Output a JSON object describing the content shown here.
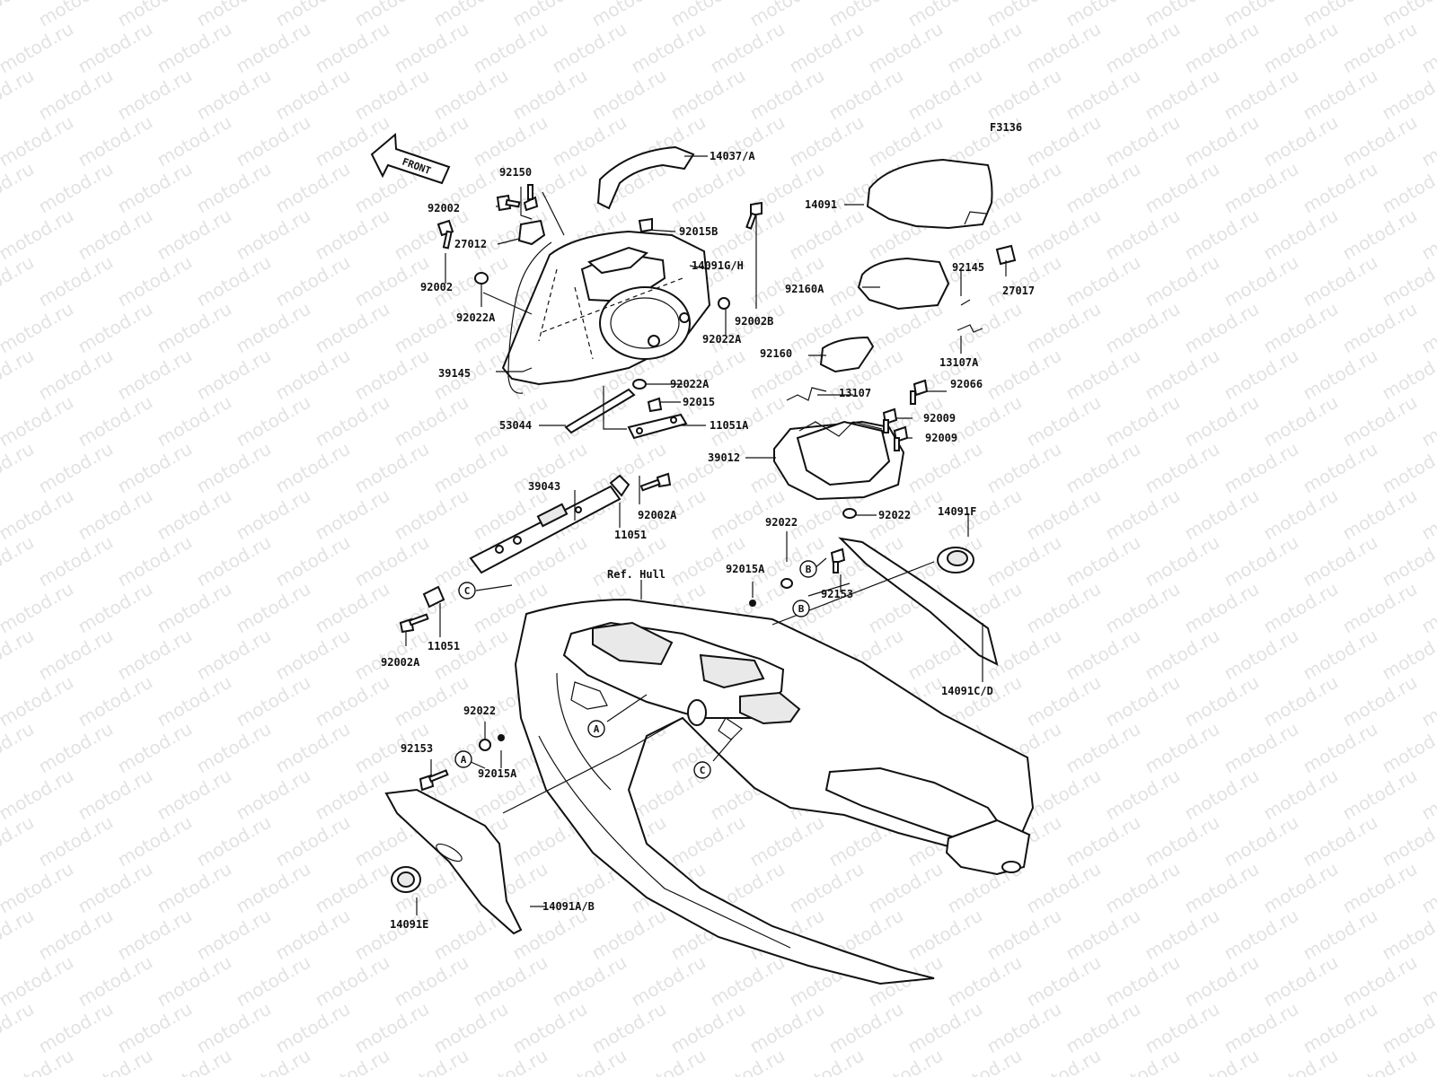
{
  "diagram": {
    "code": "F3136",
    "front_label": "FRONT",
    "ref_label": "Ref. Hull",
    "watermark_text": "motod.ru",
    "parts": [
      {
        "id": "p-14037a",
        "label": "14037/A"
      },
      {
        "id": "p-92150",
        "label": "92150"
      },
      {
        "id": "p-92002-top",
        "label": "92002"
      },
      {
        "id": "p-27012",
        "label": "27012"
      },
      {
        "id": "p-92015b",
        "label": "92015B"
      },
      {
        "id": "p-14091gh",
        "label": "14091G/H"
      },
      {
        "id": "p-92002-mid",
        "label": "92002"
      },
      {
        "id": "p-92022a-left",
        "label": "92022A"
      },
      {
        "id": "p-92002b",
        "label": "92002B"
      },
      {
        "id": "p-92022a-right",
        "label": "92022A"
      },
      {
        "id": "p-39145",
        "label": "39145"
      },
      {
        "id": "p-92022a-low",
        "label": "92022A"
      },
      {
        "id": "p-92015",
        "label": "92015"
      },
      {
        "id": "p-53044",
        "label": "53044"
      },
      {
        "id": "p-11051a",
        "label": "11051A"
      },
      {
        "id": "p-39043",
        "label": "39043"
      },
      {
        "id": "p-92002a-top",
        "label": "92002A"
      },
      {
        "id": "p-11051-top",
        "label": "11051"
      },
      {
        "id": "p-11051-low",
        "label": "11051"
      },
      {
        "id": "p-92002a-low",
        "label": "92002A"
      },
      {
        "id": "p-14091",
        "label": "14091"
      },
      {
        "id": "p-92145",
        "label": "92145"
      },
      {
        "id": "p-27017",
        "label": "27017"
      },
      {
        "id": "p-92160a",
        "label": "92160A"
      },
      {
        "id": "p-13107a",
        "label": "13107A"
      },
      {
        "id": "p-92160",
        "label": "92160"
      },
      {
        "id": "p-92066",
        "label": "92066"
      },
      {
        "id": "p-13107",
        "label": "13107"
      },
      {
        "id": "p-92009-a",
        "label": "92009"
      },
      {
        "id": "p-92009-b",
        "label": "92009"
      },
      {
        "id": "p-39012",
        "label": "39012"
      },
      {
        "id": "p-92022-mid",
        "label": "92022"
      },
      {
        "id": "p-14091f",
        "label": "14091F"
      },
      {
        "id": "p-92022-b",
        "label": "92022"
      },
      {
        "id": "p-92015a-b",
        "label": "92015A"
      },
      {
        "id": "p-92153-b",
        "label": "92153"
      },
      {
        "id": "p-14091cd",
        "label": "14091C/D"
      },
      {
        "id": "p-92022-a",
        "label": "92022"
      },
      {
        "id": "p-92153-a",
        "label": "92153"
      },
      {
        "id": "p-92015a-a",
        "label": "92015A"
      },
      {
        "id": "p-14091ab",
        "label": "14091A/B"
      },
      {
        "id": "p-14091e",
        "label": "14091E"
      }
    ],
    "callouts": [
      "A",
      "B",
      "C"
    ]
  }
}
